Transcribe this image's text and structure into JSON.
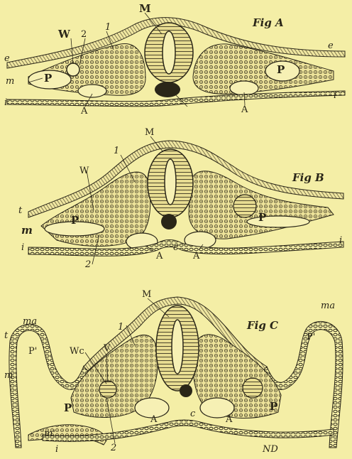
{
  "figures": {
    "a": {
      "title": "Fig A",
      "labels": {
        "M": "M",
        "W": "W",
        "two": "2",
        "one": "1",
        "e_left": "e",
        "e_right": "e",
        "m": "m",
        "P_left": "P",
        "P_right": "P",
        "i_left": "i",
        "i_right": "i",
        "A_left": "A",
        "A_right": "A"
      }
    },
    "b": {
      "title": "Fig B",
      "labels": {
        "M": "M",
        "one": "1",
        "W": "W",
        "t": "t",
        "m": "m",
        "i_left": "i",
        "i_right": "i",
        "P_left": "P",
        "P_right": "P",
        "A_left": "A",
        "c": "c",
        "A_right": "A",
        "two": "2"
      }
    },
    "c": {
      "title": "Fig C",
      "labels": {
        "M": "M",
        "one": "1",
        "ma_left": "ma",
        "ma_right": "ma",
        "t": "t",
        "P1_left": "P'",
        "P1_right": "P'",
        "m": "m",
        "Wc": "Wc",
        "V": "V",
        "P_left": "P",
        "P_right": "P",
        "A_left": "A",
        "c": "c",
        "A_right": "A",
        "m2": "m'",
        "i": "i",
        "two": "2",
        "ND": "ND"
      }
    }
  },
  "colors": {
    "paper": "#f4eea6",
    "ink": "#2a2618"
  }
}
